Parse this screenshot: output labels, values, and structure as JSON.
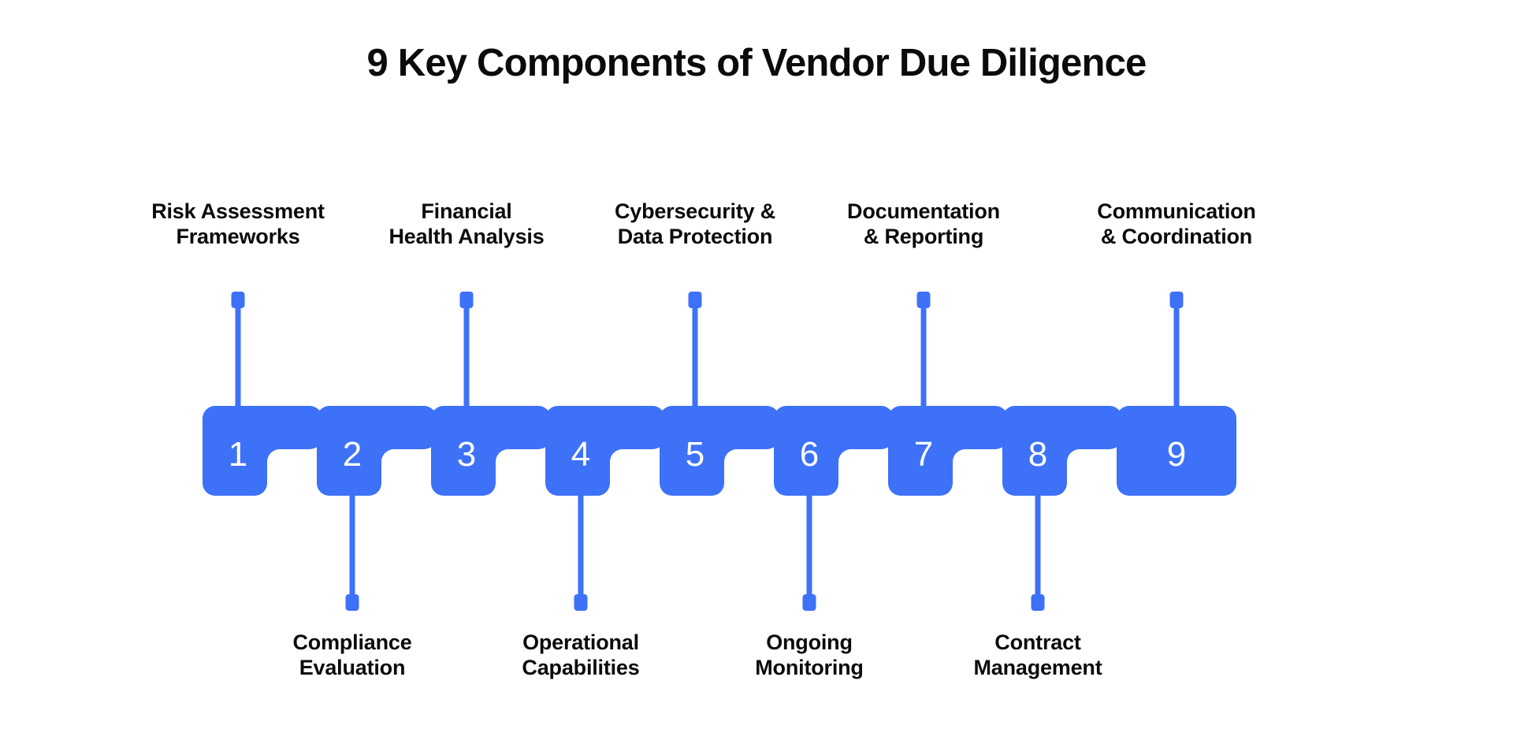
{
  "page": {
    "title": "9 Key Components of Vendor Due Diligence",
    "background_color": "#FFFFFF",
    "accent_color": "#3D71F8",
    "text_color": "#0B0B0B",
    "number_color": "#FFFFFF"
  },
  "diagram": {
    "type": "staggered-step-process",
    "step_count": 9,
    "steps": [
      {
        "number": "1",
        "label_line1": "Risk Assessment",
        "label_line2": "Frameworks",
        "label_position": "above"
      },
      {
        "number": "2",
        "label_line1": "Compliance",
        "label_line2": "Evaluation",
        "label_position": "below"
      },
      {
        "number": "3",
        "label_line1": "Financial",
        "label_line2": "Health Analysis",
        "label_position": "above"
      },
      {
        "number": "4",
        "label_line1": "Operational",
        "label_line2": "Capabilities",
        "label_position": "below"
      },
      {
        "number": "5",
        "label_line1": "Cybersecurity &",
        "label_line2": "Data Protection",
        "label_position": "above"
      },
      {
        "number": "6",
        "label_line1": "Ongoing",
        "label_line2": "Monitoring",
        "label_position": "below"
      },
      {
        "number": "7",
        "label_line1": "Documentation",
        "label_line2": "& Reporting",
        "label_position": "above"
      },
      {
        "number": "8",
        "label_line1": "Contract",
        "label_line2": "Management",
        "label_position": "below"
      },
      {
        "number": "9",
        "label_line1": "Communication",
        "label_line2": "& Coordination",
        "label_position": "above"
      }
    ]
  }
}
